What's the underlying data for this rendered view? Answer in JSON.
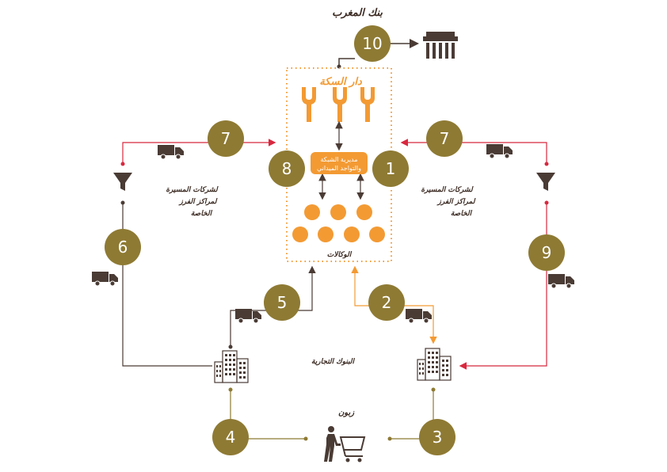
{
  "title": "بنك المغرب",
  "mint": {
    "label": "دار السكة"
  },
  "network_unit": {
    "line1": "مديرية الشبكة",
    "line2": "والتواجد الميداني"
  },
  "agencies": {
    "label": "الوكالات"
  },
  "commercial_banks": {
    "label": "البنوك التجارية"
  },
  "clients": {
    "label": "زبون"
  },
  "cit_left": {
    "line1": "لشركات المسيرة",
    "line2": "لمراكز الفرز",
    "line3": "الخاصة"
  },
  "cit_right": {
    "line1": "لشركات المسيرة",
    "line2": "لمراكز الفرز",
    "line3": "الخاصة"
  },
  "steps": {
    "s1": "1",
    "s2": "2",
    "s3": "3",
    "s4": "4",
    "s5": "5",
    "s6": "6",
    "s7a": "7",
    "s7b": "7",
    "s8": "8",
    "s9": "9",
    "s10": "10"
  },
  "colors": {
    "step_circle": "#8e7a33",
    "orange": "#f39a33",
    "red_arrow": "#d8283f",
    "dark": "#4a3b35",
    "olive_line": "#8e7a33"
  },
  "icons": [
    "bank-building-icon",
    "truck-icon",
    "funnel-icon",
    "office-building-icon",
    "shopping-cart-icon",
    "mint-press-icon"
  ]
}
